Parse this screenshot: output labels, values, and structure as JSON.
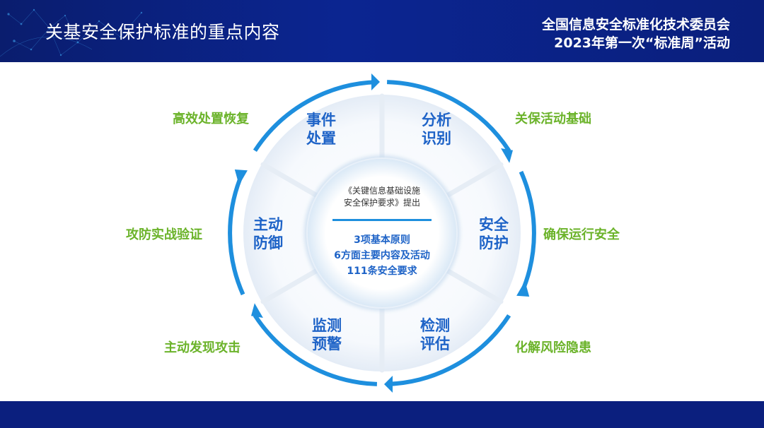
{
  "header": {
    "title": "关基安全保护标准的重点内容",
    "org_line1": "全国信息安全标准化技术委员会",
    "org_line2": "2023年第一次“标准周”活动"
  },
  "center": {
    "doc_line1": "《关键信息基础设施",
    "doc_line2": "安全保护要求》提出",
    "items": [
      "3项基本原则",
      "6方面主要内容及活动",
      "111条安全要求"
    ]
  },
  "segments": [
    {
      "line1": "分析",
      "line2": "识别",
      "outer": "关保活动基础"
    },
    {
      "line1": "安全",
      "line2": "防护",
      "outer": "确保运行安全"
    },
    {
      "line1": "检测",
      "line2": "评估",
      "outer": "化解风险隐患"
    },
    {
      "line1": "监测",
      "line2": "预警",
      "outer": "主动发现攻击"
    },
    {
      "line1": "主动",
      "line2": "防御",
      "outer": "攻防实战验证"
    },
    {
      "line1": "事件",
      "line2": "处置",
      "outer": "高效处置恢复"
    }
  ],
  "colors": {
    "header_bg": "#0b2591",
    "ring_blue": "#1e8fde",
    "segment_text": "#1e63c7",
    "outer_text": "#6bb32a"
  }
}
